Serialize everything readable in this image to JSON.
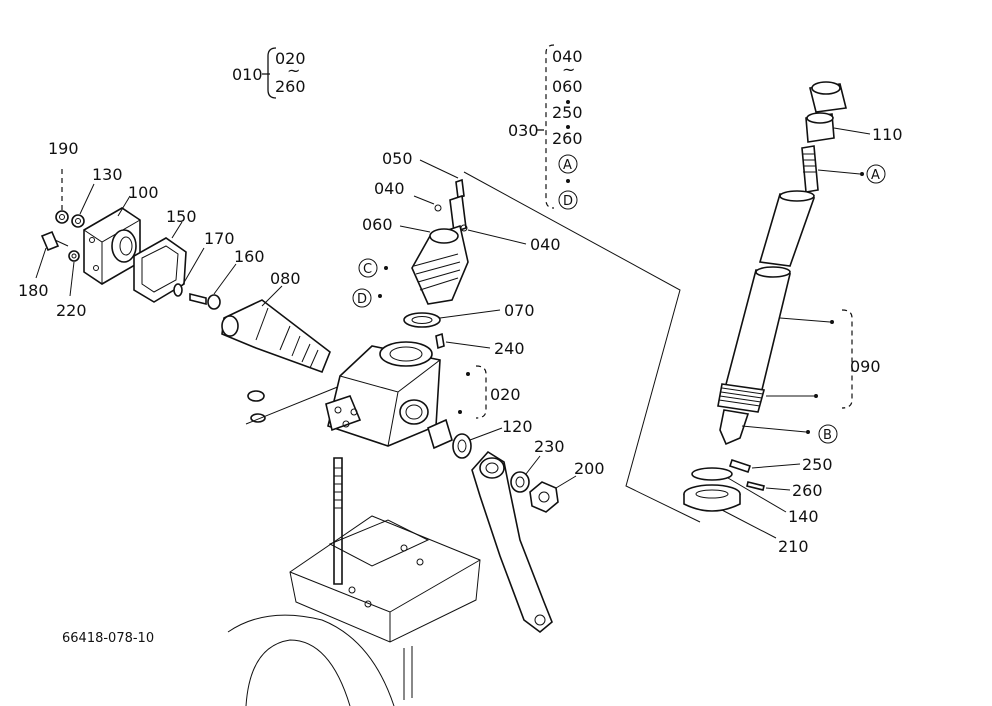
{
  "diagram": {
    "drawing_number": "66418-078-10",
    "group_010": {
      "label": "010",
      "range_from": "020",
      "range_to": "260"
    },
    "group_030": {
      "label": "030",
      "items": [
        "040",
        "060",
        "250",
        "260",
        "A",
        "D"
      ]
    },
    "callouts": {
      "p190": "190",
      "p130": "130",
      "p100": "100",
      "p150": "150",
      "p170": "170",
      "p160": "160",
      "p080": "080",
      "p180": "180",
      "p220": "220",
      "p050": "050",
      "p040a": "040",
      "p060": "060",
      "p040b": "040",
      "markC": "C",
      "markD": "D",
      "p070": "070",
      "p240": "240",
      "p020": "020",
      "p120": "120",
      "p230": "230",
      "p200": "200",
      "p110": "110",
      "markA": "A",
      "p090": "090",
      "markB": "B",
      "p250": "250",
      "p260": "260",
      "p140": "140",
      "p210": "210"
    }
  }
}
